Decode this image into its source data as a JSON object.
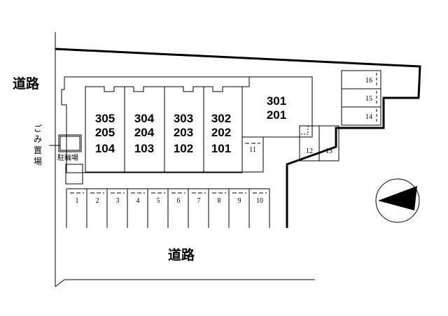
{
  "roads": {
    "top_left": "道路",
    "bottom": "道路"
  },
  "facilities": {
    "garbage_area": [
      "ご",
      "み",
      "置",
      "場"
    ],
    "bicycle_parking": "駐輪場"
  },
  "building_units": [
    [
      "305",
      "205",
      "104"
    ],
    [
      "304",
      "204",
      "103"
    ],
    [
      "303",
      "203",
      "102"
    ],
    [
      "302",
      "202",
      "101"
    ]
  ],
  "annex_units": [
    "301",
    "201"
  ],
  "parking": {
    "bottom_row": [
      "1",
      "2",
      "3",
      "4",
      "5",
      "6",
      "7",
      "8",
      "9",
      "10"
    ],
    "space_11": "11",
    "space_12": "12",
    "space_13": "13",
    "space_14": "14",
    "space_15": "15",
    "space_16": "16"
  },
  "compass": "north-arrow"
}
